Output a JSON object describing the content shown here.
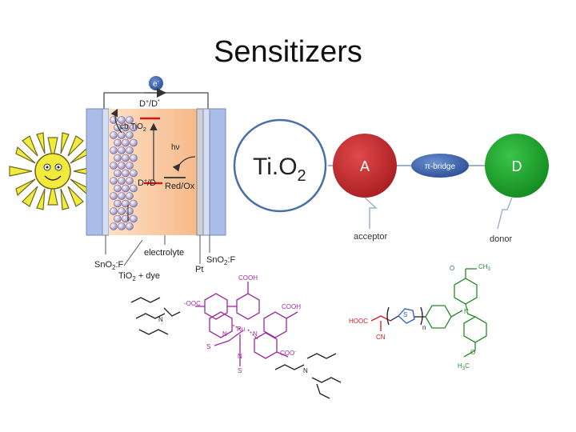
{
  "slide": {
    "title": "Sensitizers"
  },
  "cell": {
    "electron": "e",
    "electron_sup": "-",
    "dplus_d": "D",
    "dplus_d_sup": "+",
    "dplus_d_tail": "/D",
    "dplus_d_star": "*",
    "cb": "cb TiO",
    "cb_sub": "2",
    "hv": "hν",
    "ground": "D",
    "ground_sup": "+",
    "ground_tail": "/D",
    "redox": "Red/Ox",
    "electrolyte": "electrolyte",
    "left_electrode": "SnO",
    "left_electrode_sub": "2",
    "left_electrode_tail": ":F",
    "tio2_dye": "TiO",
    "tio2_dye_sub": "2",
    "tio2_dye_tail": " + dye",
    "right_electrode": "SnO",
    "right_electrode_sub": "2",
    "right_electrode_tail": ":F",
    "pt": "Pt"
  },
  "scheme": {
    "tio2": "Ti.O",
    "tio2_sub": "2",
    "acceptor_letter": "A",
    "bridge": "π-bridge",
    "donor_letter": "D",
    "acceptor_label": "acceptor",
    "donor_label": "donor"
  },
  "n719": {
    "cooh_top": "COOH",
    "ooc_left": "-OOC",
    "cooh_right": "COOH",
    "coo_bottom": "COO",
    "coo_bottom_sup": "-",
    "ru": "Ru",
    "n_left": "N",
    "n_right": "N",
    "n_bottom": "N",
    "s_left": "S",
    "s_bottom": "S",
    "nplus_left": "N",
    "nplus_right": "N"
  },
  "organic": {
    "hooc": "HOOC",
    "cn": "CN",
    "s": "S",
    "n_sub": "n",
    "n_amine": "N",
    "ch3_top": "CH",
    "ch3_top_sub": "3",
    "o_top": "O",
    "o_bottom": "O",
    "h3c": "H",
    "h3c_sub": "3",
    "h3c_tail": "C"
  },
  "colors": {
    "electrode": "#a9bde8",
    "electrolyte": "#f8c79a",
    "acceptor": "#c0262b",
    "donor": "#1a9a2a",
    "bridge": "#3d62a8",
    "sun": "#f2ea3c",
    "ring_n719": "#9b2a9b",
    "ring_organic": "#2a8a2a"
  }
}
